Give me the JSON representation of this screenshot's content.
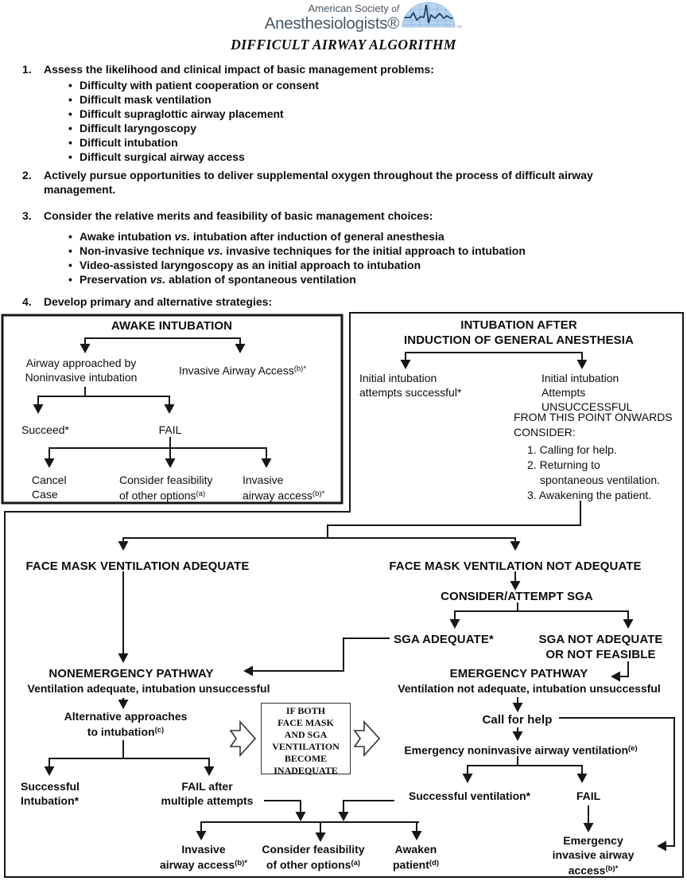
{
  "header": {
    "society_line1a": "American Society",
    "society_line1b": "of",
    "society_line2": "Anesthesiologists®",
    "tm": "™",
    "title": "DIFFICULT AIRWAY ALGORITHM"
  },
  "intro": {
    "i1_num": "1.",
    "i1_text": "Assess the likelihood and clinical impact of basic management problems:",
    "i1_bullets": [
      "Difficulty with patient cooperation or consent",
      "Difficult mask ventilation",
      "Difficult supraglottic airway placement",
      "Difficult laryngoscopy",
      "Difficult intubation",
      "Difficult surgical airway access"
    ],
    "i2_num": "2.",
    "i2_line1": "Actively pursue opportunities to deliver supplemental oxygen throughout the process of difficult airway",
    "i2_line2": "management.",
    "i3_num": "3.",
    "i3_text": "Consider the relative merits and feasibility of basic management choices:",
    "i3_bullets": [
      {
        "pre": "Awake intubation ",
        "vs": "vs.",
        "post": " intubation after induction of general anesthesia"
      },
      {
        "pre": "Non-invasive technique ",
        "vs": "vs.",
        "post": " invasive techniques for the initial approach to intubation"
      },
      {
        "pre": "Video-assisted laryngoscopy as an initial approach to intubation",
        "vs": "",
        "post": ""
      },
      {
        "pre": "Preservation ",
        "vs": "vs.",
        "post": " ablation of spontaneous ventilation"
      }
    ],
    "i4_num": "4.",
    "i4_text": "Develop primary and alternative strategies:"
  },
  "awake": {
    "title": "AWAKE INTUBATION",
    "noninv_l1": "Airway approached by",
    "noninv_l2": "Noninvasive intubation",
    "inv_access": "Invasive Airway Access",
    "inv_access_sup": "(b)*",
    "succeed": "Succeed*",
    "fail": "FAIL",
    "cancel_l1": "Cancel",
    "cancel_l2": "Case",
    "consider_l1": "Consider feasibility",
    "consider_l2": "of other options",
    "consider_sup": "(a)",
    "inv2_l1": "Invasive",
    "inv2_l2": "airway access",
    "inv2_sup": "(b)*"
  },
  "induction": {
    "title_l1": "INTUBATION AFTER",
    "title_l2": "INDUCTION OF GENERAL ANESTHESIA",
    "success_l1": "Initial intubation",
    "success_l2": "attempts successful*",
    "unsuccess_l1": "Initial intubation",
    "unsuccess_l2": "Attempts UNSUCCESSFUL",
    "onwards_l1": "FROM THIS POINT ONWARDS",
    "onwards_l2": "CONSIDER:",
    "onwards_item1": "1. Calling for help.",
    "onwards_item2": "2. Returning to",
    "onwards_item2b": "spontaneous ventilation.",
    "onwards_item3": "3. Awakening the patient."
  },
  "main": {
    "fm_adequate": "FACE MASK VENTILATION ADEQUATE",
    "fm_not_adequate": "FACE MASK VENTILATION NOT ADEQUATE",
    "consider_sga": "CONSIDER/ATTEMPT SGA",
    "sga_adequate": "SGA ADEQUATE*",
    "sga_not_l1": "SGA NOT ADEQUATE",
    "sga_not_l2": "OR NOT FEASIBLE",
    "nonemerg_title": "NONEMERGENCY PATHWAY",
    "nonemerg_sub": "Ventilation adequate, intubation unsuccessful",
    "emerg_title": "EMERGENCY PATHWAY",
    "emerg_sub": "Ventilation not adequate, intubation unsuccessful",
    "alt_l1": "Alternative approaches",
    "alt_l2": "to intubation",
    "alt_sup": "(c)",
    "succ_int_l1": "Successful",
    "succ_int_l2": "Intubation*",
    "fail_mult_l1": "FAIL after",
    "fail_mult_l2": "multiple attempts",
    "ifboth_l1": "IF BOTH",
    "ifboth_l2": "FACE MASK",
    "ifboth_l3": "AND SGA",
    "ifboth_l4": "VENTILATION",
    "ifboth_l5": "BECOME",
    "ifboth_l6": "INADEQUATE",
    "call_help": "Call for help",
    "emerg_noninv": "Emergency noninvasive airway ventilation",
    "emerg_noninv_sup": "(e)",
    "succ_vent": "Successful ventilation*",
    "fail2": "FAIL",
    "inv3_l1": "Invasive",
    "inv3_l2": "airway access",
    "inv3_sup": "(b)*",
    "consider2_l1": "Consider feasibility",
    "consider2_l2": "of other options",
    "consider2_sup": "(a)",
    "awaken_l1": "Awaken",
    "awaken_l2": "patient",
    "awaken_sup": "(d)",
    "emerg_inv_l1": "Emergency",
    "emerg_inv_l2": "invasive airway",
    "emerg_inv_l3": "access",
    "emerg_inv_sup": "(b)*"
  },
  "colors": {
    "logo_text": "#4a5764",
    "logo_dome_fill": "#b9d4ee",
    "logo_grid": "#8ab4dd",
    "logo_ecg": "#1c3a5e",
    "line": "#171717"
  }
}
